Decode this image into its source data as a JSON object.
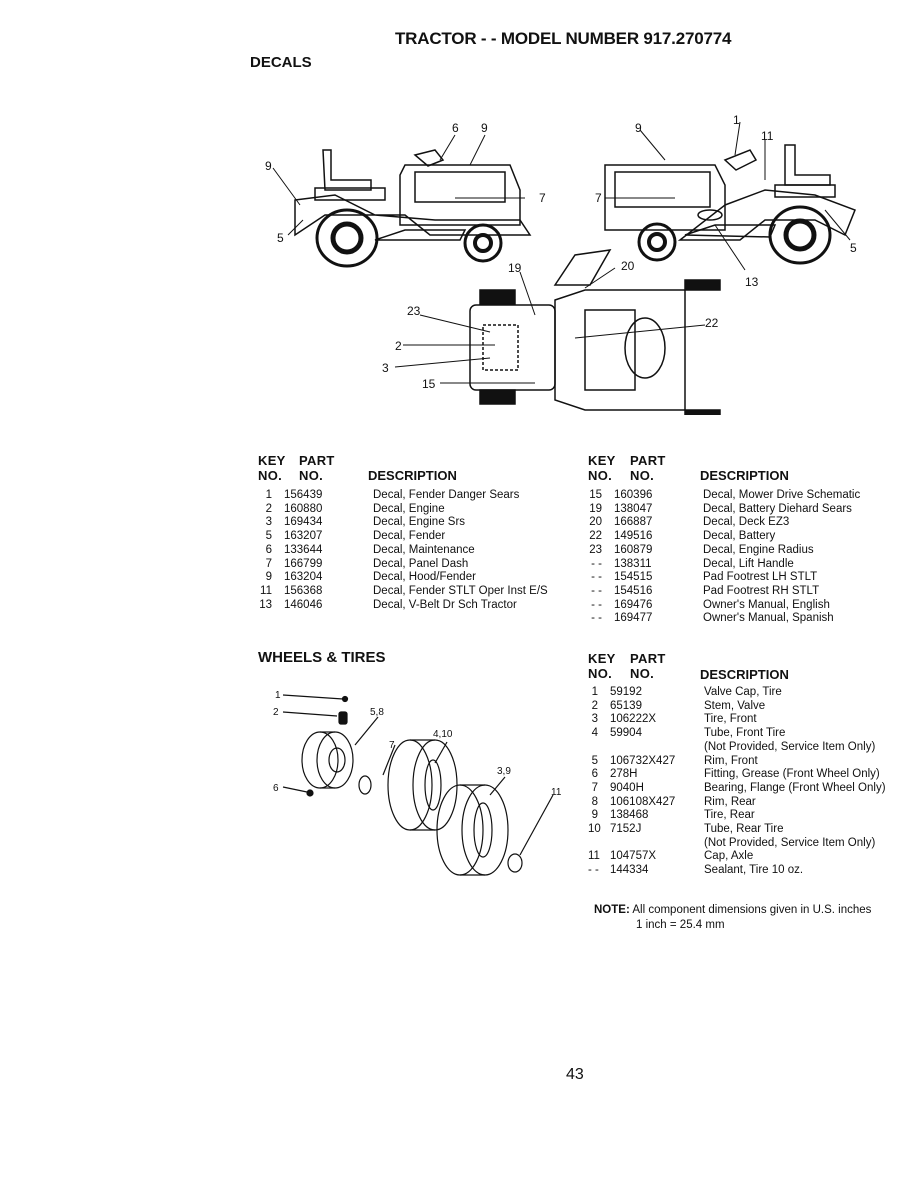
{
  "header": {
    "title": "TRACTOR - - MODEL NUMBER 917.270774"
  },
  "decals": {
    "section_title": "DECALS",
    "callouts": {
      "left_tractor": [
        "6",
        "9",
        "9",
        "7",
        "5"
      ],
      "right_tractor": [
        "9",
        "1",
        "11",
        "7",
        "5",
        "13"
      ],
      "top_view": [
        "19",
        "20",
        "22",
        "23",
        "2",
        "3",
        "15"
      ]
    },
    "headers": {
      "key_no": "KEY NO.",
      "key_line1": "KEY",
      "key_line2": "NO.",
      "part_line1": "PART",
      "part_line2": "NO.",
      "description": "DESCRIPTION"
    },
    "table_left": [
      {
        "key": "1",
        "part": "156439",
        "desc": "Decal, Fender Danger Sears"
      },
      {
        "key": "2",
        "part": "160880",
        "desc": "Decal, Engine"
      },
      {
        "key": "3",
        "part": "169434",
        "desc": "Decal, Engine Srs"
      },
      {
        "key": "5",
        "part": "163207",
        "desc": "Decal, Fender"
      },
      {
        "key": "6",
        "part": "133644",
        "desc": "Decal, Maintenance"
      },
      {
        "key": "7",
        "part": "166799",
        "desc": "Decal, Panel Dash"
      },
      {
        "key": "9",
        "part": "163204",
        "desc": "Decal, Hood/Fender"
      },
      {
        "key": "11",
        "part": "156368",
        "desc": "Decal, Fender STLT Oper Inst E/S"
      },
      {
        "key": "13",
        "part": "146046",
        "desc": "Decal, V-Belt Dr Sch Tractor"
      }
    ],
    "table_right": [
      {
        "key": "15",
        "part": "160396",
        "desc": "Decal, Mower Drive Schematic"
      },
      {
        "key": "19",
        "part": "138047",
        "desc": "Decal, Battery Diehard Sears"
      },
      {
        "key": "20",
        "part": "166887",
        "desc": "Decal, Deck EZ3"
      },
      {
        "key": "22",
        "part": "149516",
        "desc": "Decal, Battery"
      },
      {
        "key": "23",
        "part": "160879",
        "desc": "Decal, Engine Radius"
      },
      {
        "key": "- -",
        "part": "138311",
        "desc": "Decal, Lift Handle"
      },
      {
        "key": "- -",
        "part": "154515",
        "desc": "Pad Footrest LH STLT"
      },
      {
        "key": "- -",
        "part": "154516",
        "desc": "Pad Footrest RH STLT"
      },
      {
        "key": "- -",
        "part": "169476",
        "desc": "Owner's Manual, English"
      },
      {
        "key": "- -",
        "part": "169477",
        "desc": "Owner's Manual, Spanish"
      }
    ]
  },
  "wheels": {
    "section_title": "WHEELS & TIRES",
    "callouts": [
      "1",
      "2",
      "5,8",
      "7",
      "4,10",
      "3,9",
      "6",
      "11"
    ],
    "table": [
      {
        "key": "1",
        "part": "59192",
        "desc": "Valve Cap, Tire"
      },
      {
        "key": "2",
        "part": "65139",
        "desc": "Stem, Valve"
      },
      {
        "key": "3",
        "part": "106222X",
        "desc": "Tire, Front"
      },
      {
        "key": "4",
        "part": "59904",
        "desc": "Tube, Front Tire",
        "desc2": "(Not Provided, Service Item Only)"
      },
      {
        "key": "5",
        "part": "106732X427",
        "desc": "Rim, Front"
      },
      {
        "key": "6",
        "part": "278H",
        "desc": "Fitting, Grease (Front Wheel Only)"
      },
      {
        "key": "7",
        "part": "9040H",
        "desc": "Bearing, Flange (Front Wheel Only)"
      },
      {
        "key": "8",
        "part": "106108X427",
        "desc": "Rim, Rear"
      },
      {
        "key": "9",
        "part": "138468",
        "desc": "Tire, Rear"
      },
      {
        "key": "10",
        "part": "7152J",
        "desc": "Tube, Rear Tire",
        "desc2": "(Not Provided, Service Item Only)"
      },
      {
        "key": "11",
        "part": "104757X",
        "desc": "Cap, Axle"
      },
      {
        "key": "- -",
        "part": "144334",
        "desc": "Sealant, Tire 10 oz."
      }
    ]
  },
  "note": {
    "label": "NOTE:",
    "line1": "All component dimensions given in U.S. inches",
    "line2": "1 inch = 25.4 mm"
  },
  "footer": {
    "page_number": "43"
  }
}
